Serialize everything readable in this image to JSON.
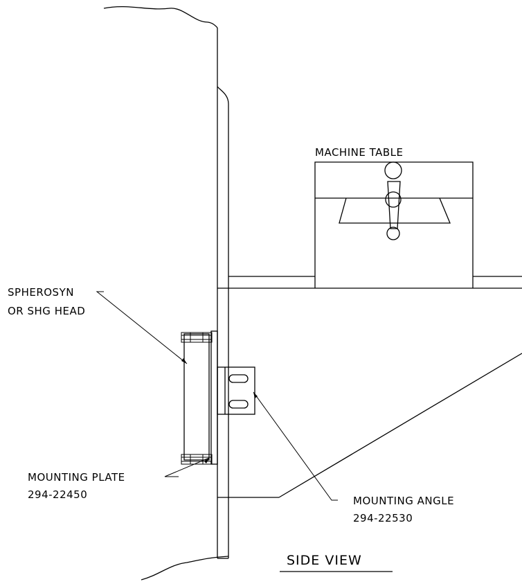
{
  "labels": {
    "machine_table": "MACHINE TABLE",
    "head_line1": "SPHEROSYN",
    "head_line2": "OR SHG HEAD",
    "plate_line1": "MOUNTING PLATE",
    "plate_line2": "294-22450",
    "angle_line1": "MOUNTING ANGLE",
    "angle_line2": "294-22530",
    "view_title": "SIDE VIEW"
  }
}
